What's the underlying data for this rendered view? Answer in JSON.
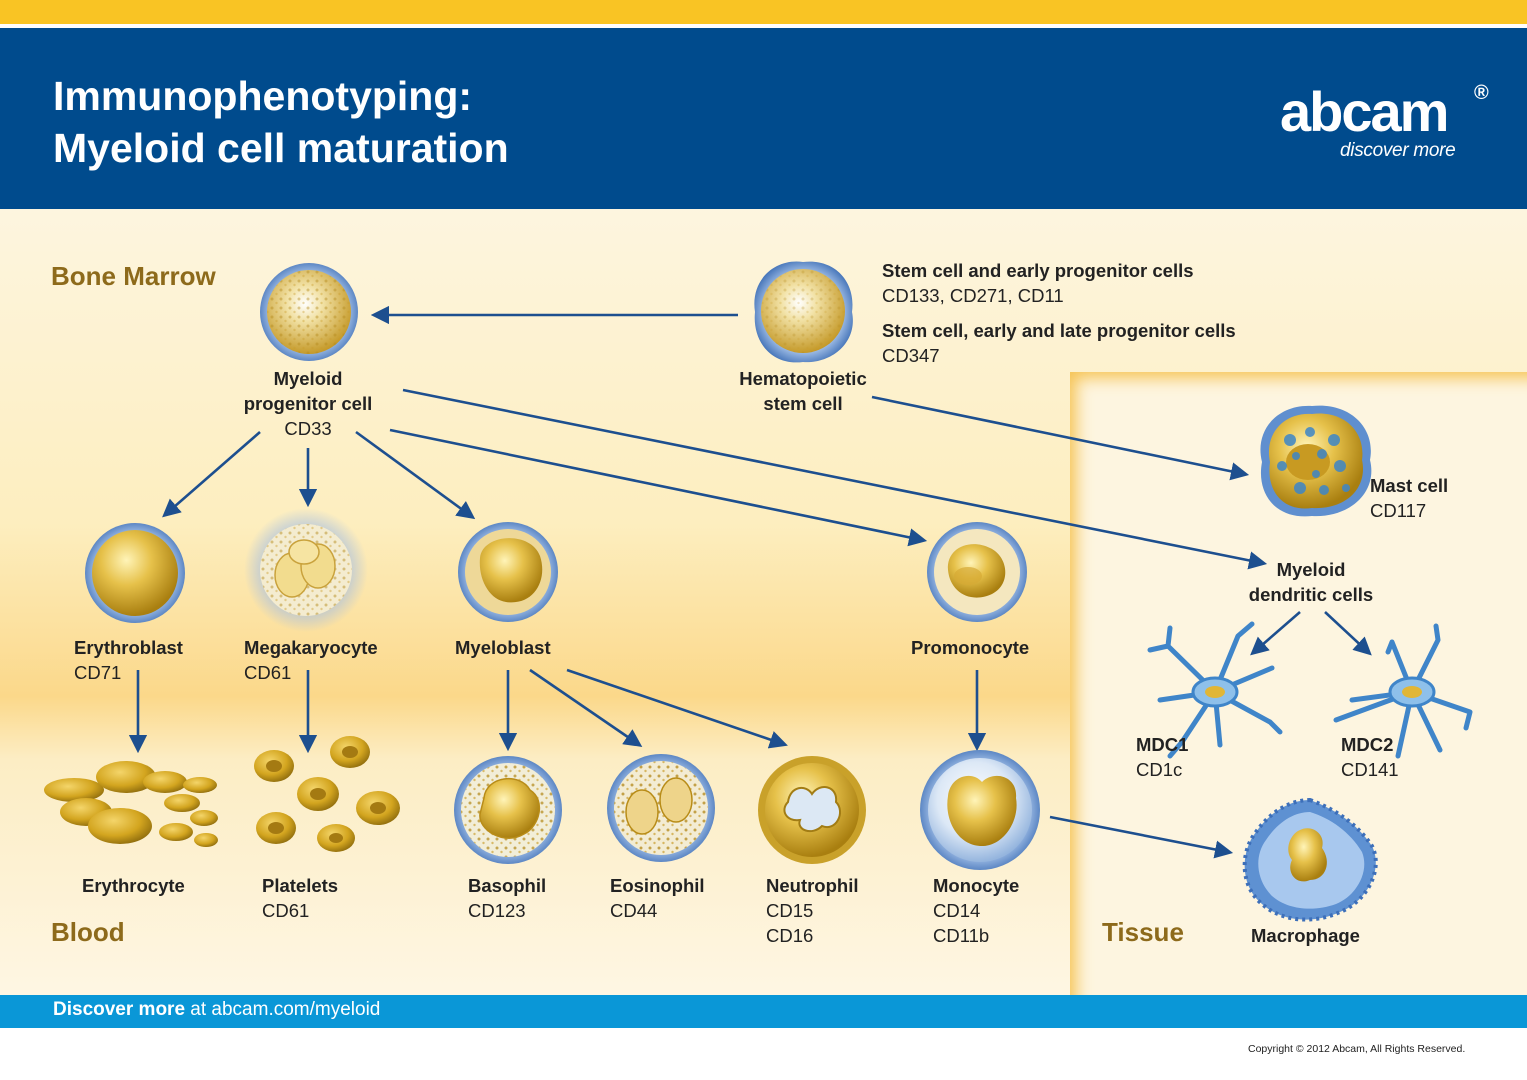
{
  "header": {
    "title_line1": "Immunophenotyping:",
    "title_line2": "Myeloid cell maturation",
    "logo_text": "abcam",
    "logo_mark": "®",
    "logo_tagline": "discover more"
  },
  "regions": {
    "bone_marrow": "Bone Marrow",
    "blood": "Blood",
    "tissue": "Tissue"
  },
  "stem_notes": [
    {
      "title": "Stem cell and early progenitor cells",
      "markers": "CD133, CD271, CD11"
    },
    {
      "title": "Stem cell, early and late progenitor cells",
      "markers": "CD347"
    }
  ],
  "cells": {
    "myeloid_progenitor": {
      "name_line1": "Myeloid",
      "name_line2": "progenitor cell",
      "marker": "CD33"
    },
    "hematopoietic": {
      "name_line1": "Hematopoietic",
      "name_line2": "stem cell"
    },
    "erythroblast": {
      "name": "Erythroblast",
      "marker": "CD71"
    },
    "megakaryocyte": {
      "name": "Megakaryocyte",
      "marker": "CD61"
    },
    "myeloblast": {
      "name": "Myeloblast"
    },
    "promonocyte": {
      "name": "Promonocyte"
    },
    "mast": {
      "name": "Mast cell",
      "marker": "CD117"
    },
    "dendritic": {
      "name_line1": "Myeloid",
      "name_line2": "dendritic cells"
    },
    "mdc1": {
      "name": "MDC1",
      "marker": "CD1c"
    },
    "mdc2": {
      "name": "MDC2",
      "marker": "CD141"
    },
    "erythrocyte": {
      "name": "Erythrocyte"
    },
    "platelets": {
      "name": "Platelets",
      "marker": "CD61"
    },
    "basophil": {
      "name": "Basophil",
      "marker": "CD123"
    },
    "eosinophil": {
      "name": "Eosinophil",
      "marker": "CD44"
    },
    "neutrophil": {
      "name": "Neutrophil",
      "marker1": "CD15",
      "marker2": "CD16"
    },
    "monocyte": {
      "name": "Monocyte",
      "marker1": "CD14",
      "marker2": "CD11b"
    },
    "macrophage": {
      "name": "Macrophage"
    }
  },
  "footer": {
    "bold": "Discover more",
    "rest": " at abcam.com/myeloid",
    "copyright": "Copyright © 2012 Abcam, All Rights Reserved."
  },
  "colors": {
    "header_blue": "#004b8d",
    "top_yellow": "#f9c424",
    "footer_blue": "#0a97d7",
    "arrow_blue": "#1d4f8f",
    "region_gold": "#8d6a1b",
    "cell_gold": "#d9a920",
    "membrane_blue": "#5f8fcf"
  }
}
